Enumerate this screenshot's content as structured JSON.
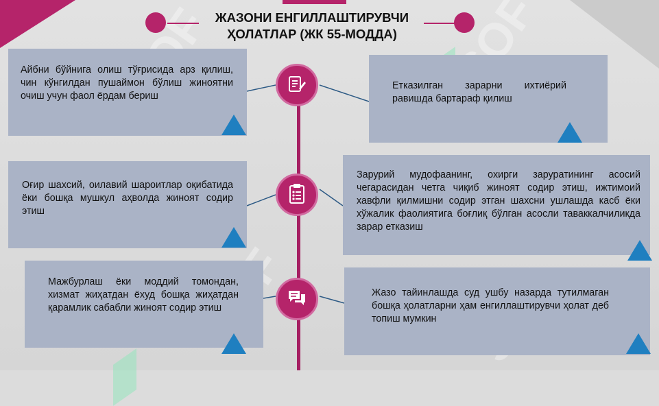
{
  "title": {
    "line1": "ЖАЗОНИ ЕНГИЛЛАШТИРУВЧИ",
    "line2": "ҲОЛАТЛАР (ЖК 55-МОДДА)"
  },
  "items": [
    {
      "text": "Айбни бўйнига олиш тўғрисида арз қилиш, чин кўнгилдан пушаймон бўлиш жиноятни очиш учун фаол ёрдам бериш"
    },
    {
      "text": "Етказилган зарарни ихтиёрий равишда бартараф қилиш"
    },
    {
      "text": "Оғир шахсий, оилавий шароитлар оқибатида ёки бошқа мушкул аҳволда жиноят содир этиш"
    },
    {
      "text": "Зарурий мудофаанинг, охирги заруратининг асосий чегарасидан четга чиқиб жиноят содир этиш, ижтимоий хавфли қилмишни содир этган шахсни ушлашда касб ёки хўжалик фаолиятига боғлиқ бўлган асосли таваккалчиликда зарар етказиш"
    },
    {
      "text": "Мажбурлаш ёки моддий томондан, хизмат жиҳатдан ёхуд бошқа жиҳатдан қарамлик сабабли жиноят содир этиш"
    },
    {
      "text": "Жазо тайинлашда суд ушбу назарда тутилмаган бошқа ҳолатларни ҳам енгиллаштирувчи ҳолат деб топиш мумкин"
    }
  ],
  "icons": [
    "document-edit-icon",
    "clipboard-list-icon",
    "chat-bubbles-icon"
  ],
  "watermark": "SOF",
  "colors": {
    "accent": "#b5246a",
    "box": "#aab3c6",
    "triangle": "#1f7fc0"
  }
}
